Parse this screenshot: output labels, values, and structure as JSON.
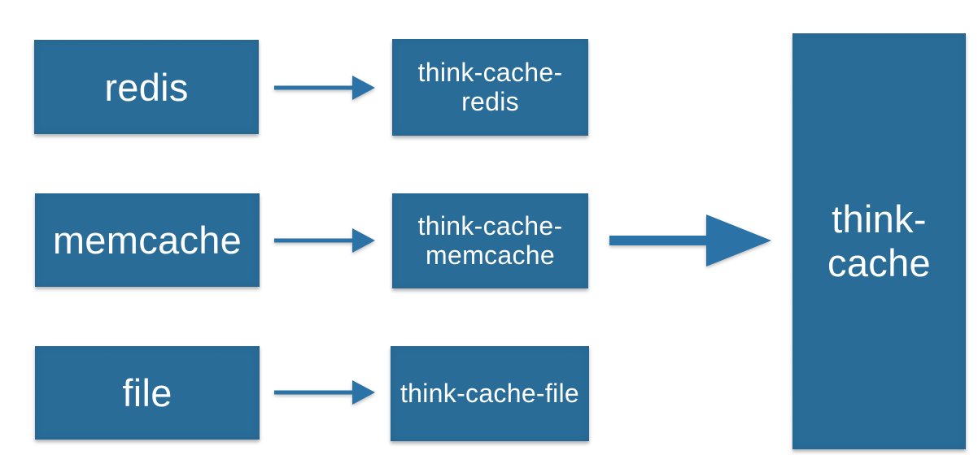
{
  "diagram": {
    "background_color": "#ffffff",
    "box_color": "#2e79ab",
    "arrow_color": "#2b72a6",
    "text_color": "#ffffff",
    "sources": [
      {
        "id": "redis",
        "label": "redis"
      },
      {
        "id": "memcache",
        "label": "memcache"
      },
      {
        "id": "file",
        "label": "file"
      }
    ],
    "adapters": [
      {
        "id": "think-cache-redis",
        "label": "think-cache-redis",
        "lines": [
          "think-cache-",
          "redis"
        ]
      },
      {
        "id": "think-cache-memcache",
        "label": "think-cache-memcache",
        "lines": [
          "think-cache-",
          "memcache"
        ]
      },
      {
        "id": "think-cache-file",
        "label": "think-cache-file",
        "lines": [
          "think-cache-file"
        ]
      }
    ],
    "target": {
      "id": "think-cache",
      "label": "think-cache",
      "lines": [
        "think-",
        "cache"
      ]
    },
    "connections": [
      {
        "from": "redis",
        "to": "think-cache-redis"
      },
      {
        "from": "memcache",
        "to": "think-cache-memcache"
      },
      {
        "from": "file",
        "to": "think-cache-file"
      },
      {
        "from": "think-cache-adapters",
        "to": "think-cache"
      }
    ]
  }
}
